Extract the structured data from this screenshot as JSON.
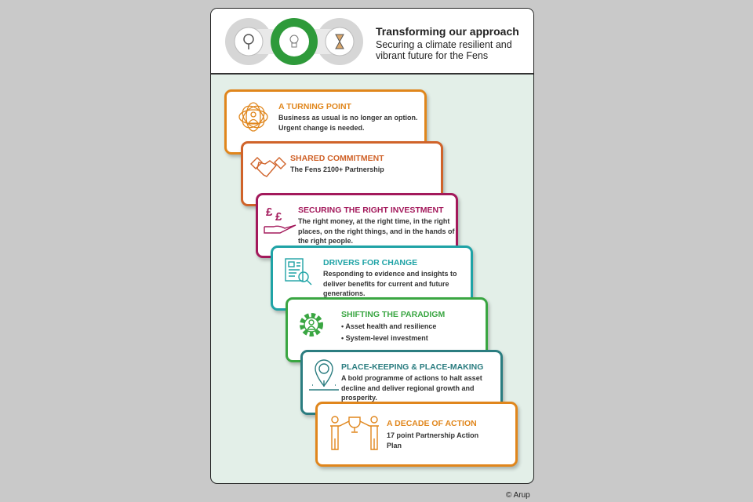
{
  "header": {
    "title": "Transforming our approach",
    "subtitle": "Securing a climate resilient and vibrant future for the Fens"
  },
  "cards": [
    {
      "title": "A TURNING POINT",
      "body": "Business as usual is no longer an option. Urgent change is needed.",
      "color": "#e0861c",
      "icon": "network-person-icon"
    },
    {
      "title": "SHARED COMMITMENT",
      "body": "The Fens 2100+ Partnership",
      "color": "#d0632a",
      "icon": "handshake-icon"
    },
    {
      "title": "SECURING THE RIGHT INVESTMENT",
      "body": "The right money, at the right time, in the right places, on the right things, and in the hands of the right people.",
      "color": "#a3195b",
      "icon": "pound-hand-icon"
    },
    {
      "title": "DRIVERS FOR CHANGE",
      "body": "Responding to evidence and insights to deliver benefits for current and future generations.",
      "color": "#1fa3a6",
      "icon": "document-magnifier-icon"
    },
    {
      "title": "SHIFTING THE PARADIGM",
      "bullets": [
        "• Asset health and resilience",
        "• System-level investment"
      ],
      "color": "#3aa642",
      "icon": "gear-person-icon"
    },
    {
      "title": "PLACE-KEEPING & PLACE-MAKING",
      "body": "A bold programme of actions to halt asset decline and deliver regional growth and prosperity.",
      "color": "#2b7d80",
      "icon": "location-pin-icon"
    },
    {
      "title": "A DECADE OF ACTION",
      "body": "17 point Partnership Action Plan",
      "color": "#e0861c",
      "icon": "trophy-people-icon"
    }
  ],
  "copyright": "© Arup"
}
